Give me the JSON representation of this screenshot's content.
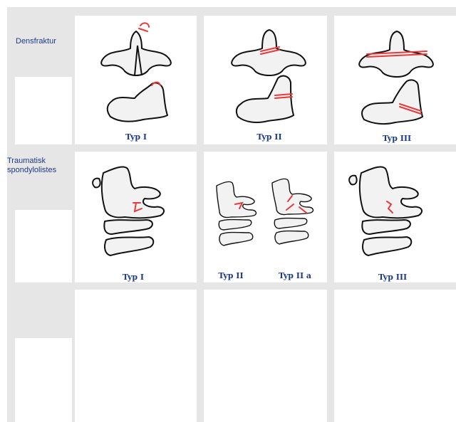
{
  "rows": [
    {
      "title": "Densfraktur",
      "cells": [
        {
          "captions": [
            "Typ I"
          ]
        },
        {
          "captions": [
            "Typ II"
          ]
        },
        {
          "captions": [
            "Typ III"
          ]
        }
      ]
    },
    {
      "title": "Traumatisk spondylolistes",
      "cells": [
        {
          "captions": [
            "Typ I"
          ]
        },
        {
          "captions": [
            "Typ II",
            "Typ II a"
          ]
        },
        {
          "captions": [
            "Typ III"
          ]
        }
      ]
    },
    {
      "title": "",
      "cells": [
        {
          "captions": []
        },
        {
          "captions": []
        },
        {
          "captions": []
        }
      ]
    }
  ],
  "colors": {
    "background": "#e6e6e6",
    "panel": "#ffffff",
    "label_text": "#1e3a8a",
    "bone_outline": "#111111",
    "fracture_line": "#e53b3b"
  }
}
